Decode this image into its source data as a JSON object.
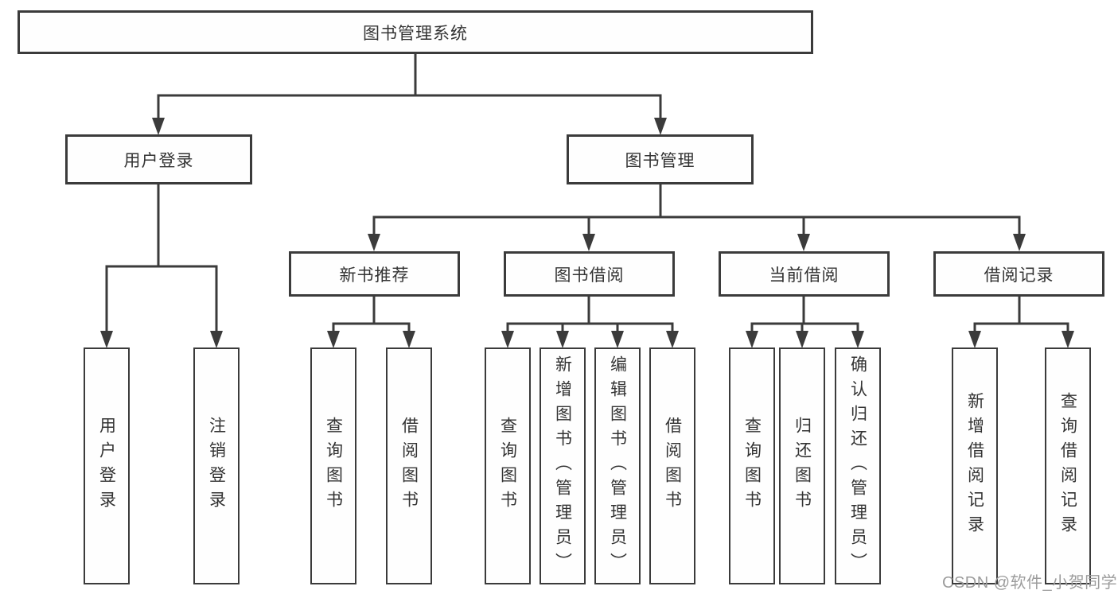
{
  "colors": {
    "line": "#3b3b3b",
    "node_border": "#3b3b3b",
    "node_text": "#333333",
    "background": "#ffffff",
    "watermark": "#9c9c9c"
  },
  "watermark": {
    "text": "CSDN @软件_小贺同学"
  },
  "diagram": {
    "root": {
      "label": "图书管理系统"
    },
    "branches": [
      {
        "label": "用户登录",
        "children": [
          {
            "label": "用户登录"
          },
          {
            "label": "注销登录"
          }
        ]
      },
      {
        "label": "图书管理",
        "children": [
          {
            "label": "新书推荐",
            "children": [
              {
                "label": "查询图书"
              },
              {
                "label": "借阅图书"
              }
            ]
          },
          {
            "label": "图书借阅",
            "children": [
              {
                "label": "查询图书"
              },
              {
                "label": "新增图书（管理员）"
              },
              {
                "label": "编辑图书（管理员）"
              },
              {
                "label": "借阅图书"
              }
            ]
          },
          {
            "label": "当前借阅",
            "children": [
              {
                "label": "查询图书"
              },
              {
                "label": "归还图书"
              },
              {
                "label": "确认归还（管理员）"
              }
            ]
          },
          {
            "label": "借阅记录",
            "children": [
              {
                "label": "新增借阅记录"
              },
              {
                "label": "查询借阅记录"
              }
            ]
          }
        ]
      }
    ]
  }
}
